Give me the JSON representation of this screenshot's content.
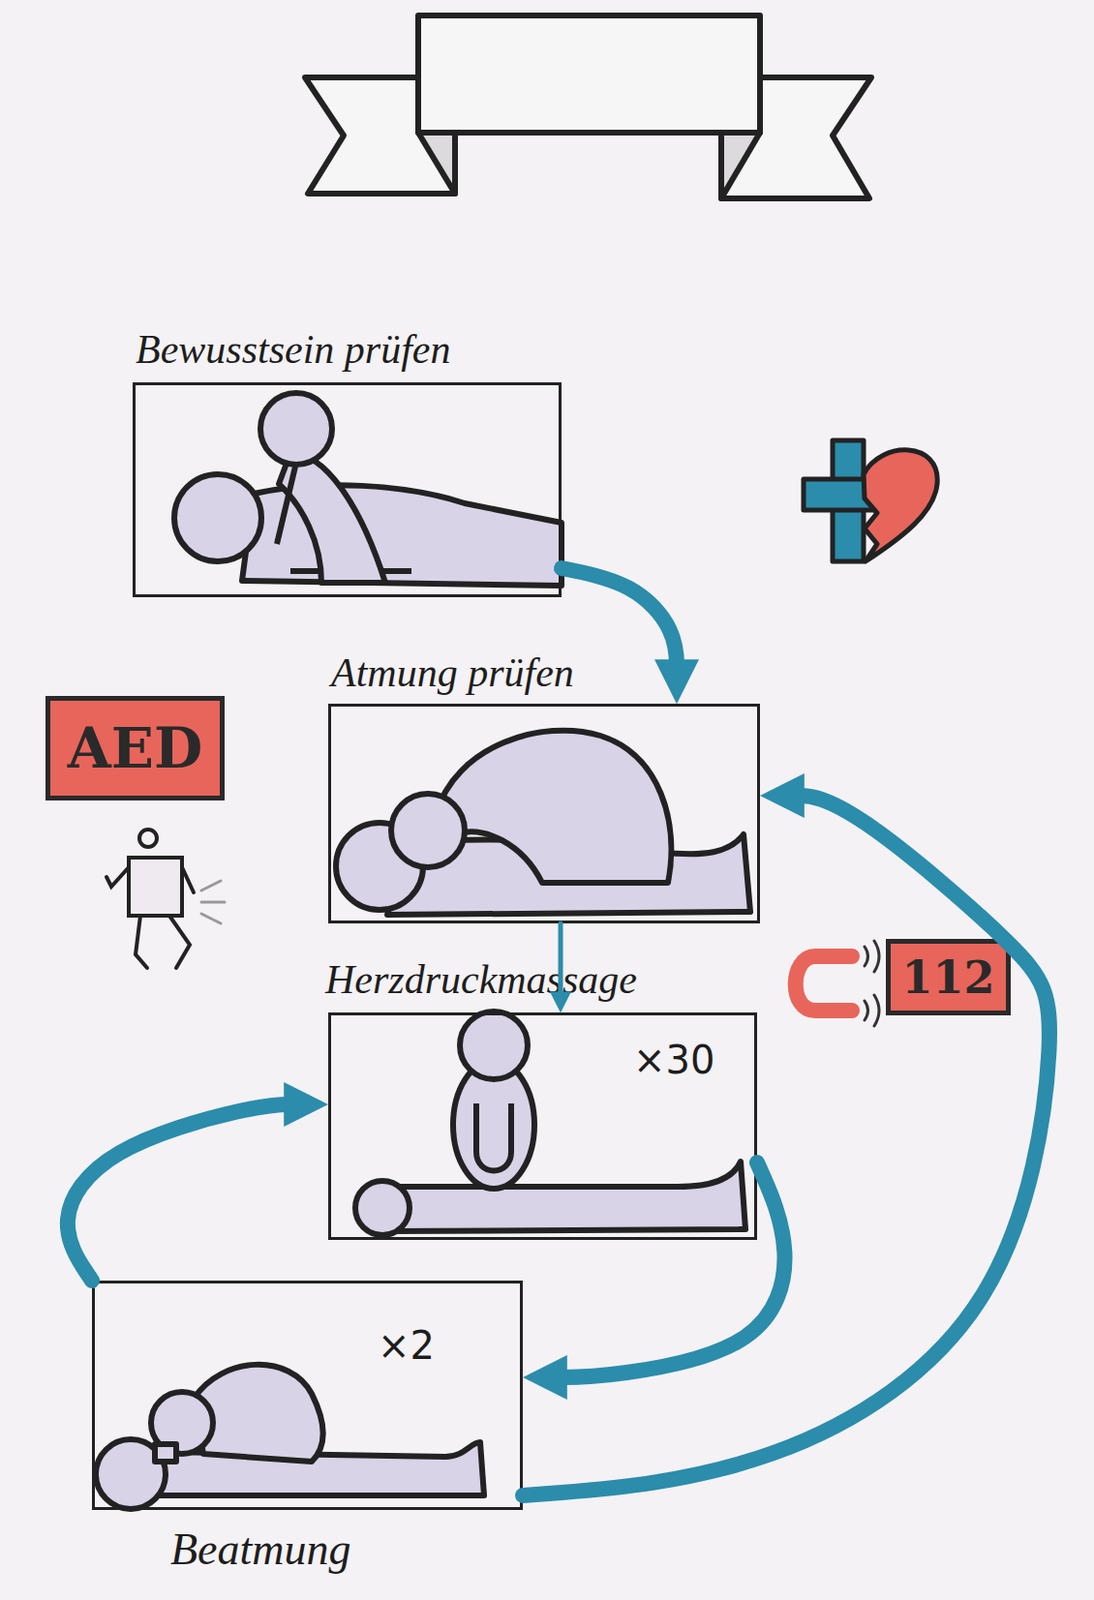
{
  "diagram": {
    "title": "HLW",
    "nodes": [
      {
        "text": [
          "Bewusstsein prüfen"
        ]
      },
      {
        "text": [
          "Atmung prüfen"
        ]
      },
      {
        "text": [
          "Herzdruckmassage",
          "×30"
        ]
      },
      {
        "text": [
          "Beatmung",
          "×2"
        ]
      }
    ],
    "edges": [
      {
        "from": 0,
        "to": 1,
        "arrow": "to"
      },
      {
        "from": 1,
        "to": 2,
        "arrow": "to"
      },
      {
        "from": 2,
        "to": 3,
        "arrow": "to"
      },
      {
        "from": 3,
        "to": 2,
        "arrow": "to"
      },
      {
        "from": 3,
        "to": 1,
        "arrow": "to"
      }
    ],
    "labels": [
      "AED",
      "112"
    ]
  }
}
